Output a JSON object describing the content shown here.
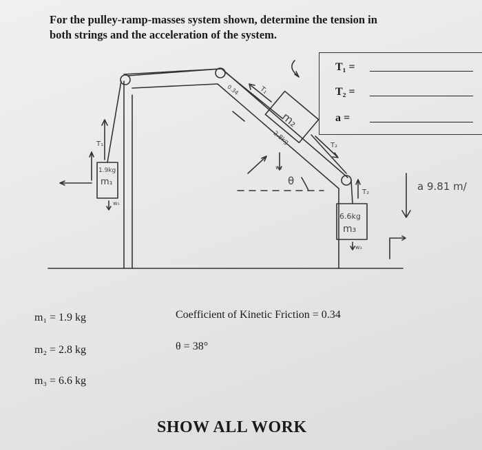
{
  "problem": {
    "line1": "For the pulley-ramp-masses system shown, determine the tension in",
    "line2": "both strings and the acceleration of the system."
  },
  "answers": [
    {
      "label": "T₁ ="
    },
    {
      "label": "T₂ ="
    },
    {
      "label": "a  ="
    }
  ],
  "diagram": {
    "mass1_label": "m₁",
    "mass1_value": "1.9kg",
    "mass2_label": "m₂",
    "mass2_value": "2.8kg",
    "mass3_label": "m₃",
    "mass3_value": "6.6kg",
    "angle_symbol": "θ",
    "T1": "T₁",
    "T2": "T₂",
    "W1": "w₁",
    "W2": "w₂",
    "W3": "w₃",
    "accel_note": "a  9.81 m/",
    "friction_note": "0.34"
  },
  "given": {
    "m1": "m₁ = 1.9 kg",
    "m2": "m₂ = 2.8 kg",
    "m3": "m₃ = 6.6 kg",
    "friction": "Coefficient of Kinetic Friction = 0.34",
    "theta": "θ = 38°"
  },
  "footer": "SHOW ALL WORK"
}
